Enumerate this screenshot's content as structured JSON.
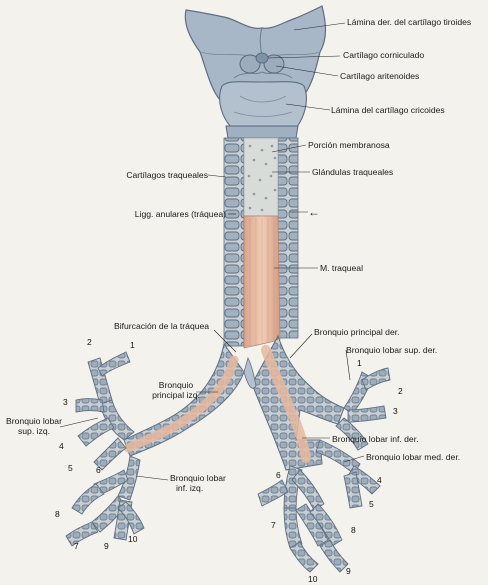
{
  "labels": {
    "thyroid_lamina": "Lámina der. del cartílago tiroides",
    "corniculate": "Cartílago corniculado",
    "arytenoid": "Cartílago aritenoides",
    "cricoid_lamina": "Lámina del cartílago cricoides",
    "membranous": "Porción membranosa",
    "tracheal_cartilages": "Cartílagos traqueales",
    "tracheal_glands": "Glándulas traqueales",
    "annular_ligaments": "Ligg. anulares (tráquea)",
    "tracheal_muscle": "M. traqueal",
    "bifurcation": "Bifurcación de la tráquea",
    "right_main_bronchus": "Bronquio principal der.",
    "right_upper_lobar": "Bronquio lobar sup. der.",
    "left_main_bronchus_1": "Bronquio",
    "left_main_bronchus_2": "principal izq.",
    "left_upper_lobar_1": "Bronquio lobar",
    "left_upper_lobar_2": "sup. izq.",
    "right_lower_lobar": "Bronquio lobar inf. der.",
    "right_middle_lobar": "Bronquio lobar med. der.",
    "left_lower_lobar_1": "Bronquio lobar",
    "left_lower_lobar_2": "inf. izq."
  },
  "segment_numbers": {
    "left": [
      "2",
      "1",
      "3",
      "4",
      "5",
      "6",
      "8",
      "7",
      "9",
      "10"
    ],
    "right": [
      "1",
      "2",
      "3",
      "4",
      "6",
      "5",
      "7",
      "8",
      "9",
      "10"
    ]
  },
  "colors": {
    "cartilage": "#a9b6c4",
    "cartilage_dark": "#6d7f92",
    "muscle": "#e8bfa8",
    "muscle_line": "#c98f74",
    "mucosa": "#d9dcd8"
  }
}
